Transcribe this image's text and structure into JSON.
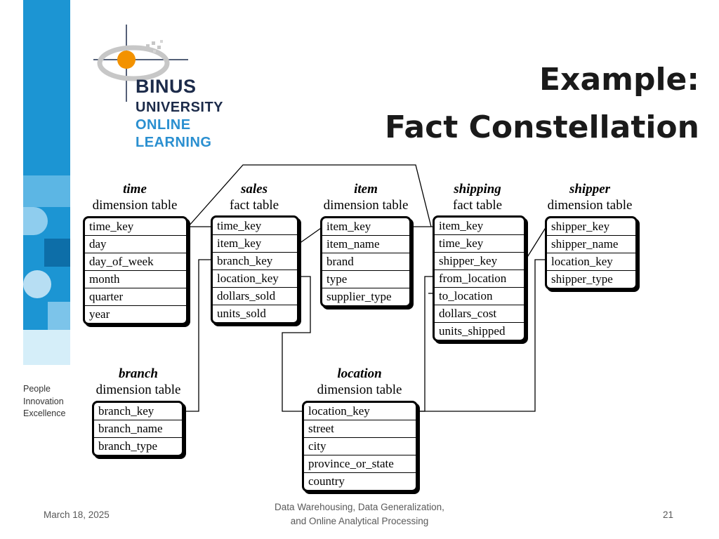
{
  "slide": {
    "title_line1": "Example:",
    "title_line2": "Fact Constellation",
    "date": "March 18, 2025",
    "footer_line1": "Data Warehousing, Data Generalization,",
    "footer_line2": "and Online Analytical Processing",
    "page_number": "21"
  },
  "logo": {
    "line1": "BINUS",
    "line2": "UNIVERSITY",
    "line3": "ONLINE",
    "line4": "LEARNING"
  },
  "tagline": {
    "line1": "People",
    "line2": "Innovation",
    "line3": "Excellence"
  },
  "colors": {
    "sidebar_blue": "#1c95d3",
    "logo_navy": "#1c2b4a",
    "logo_blue": "#2a8fd0",
    "logo_orange": "#f39200"
  },
  "diagram": {
    "time": {
      "name": "time",
      "kind": "dimension table",
      "rows": [
        "time_key",
        "day",
        "day_of_week",
        "month",
        "quarter",
        "year"
      ]
    },
    "sales": {
      "name": "sales",
      "kind": "fact table",
      "rows": [
        "time_key",
        "item_key",
        "branch_key",
        "location_key",
        "dollars_sold",
        "units_sold"
      ]
    },
    "item": {
      "name": "item",
      "kind": "dimension table",
      "rows": [
        "item_key",
        "item_name",
        "brand",
        "type",
        "supplier_type"
      ]
    },
    "shipping": {
      "name": "shipping",
      "kind": "fact table",
      "rows": [
        "item_key",
        "time_key",
        "shipper_key",
        "from_location",
        "to_location",
        "dollars_cost",
        "units_shipped"
      ]
    },
    "shipper": {
      "name": "shipper",
      "kind": "dimension table",
      "rows": [
        "shipper_key",
        "shipper_name",
        "location_key",
        "shipper_type"
      ]
    },
    "branch": {
      "name": "branch",
      "kind": "dimension table",
      "rows": [
        "branch_key",
        "branch_name",
        "branch_type"
      ]
    },
    "location": {
      "name": "location",
      "kind": "dimension table",
      "rows": [
        "location_key",
        "street",
        "city",
        "province_or_state",
        "country"
      ]
    }
  }
}
